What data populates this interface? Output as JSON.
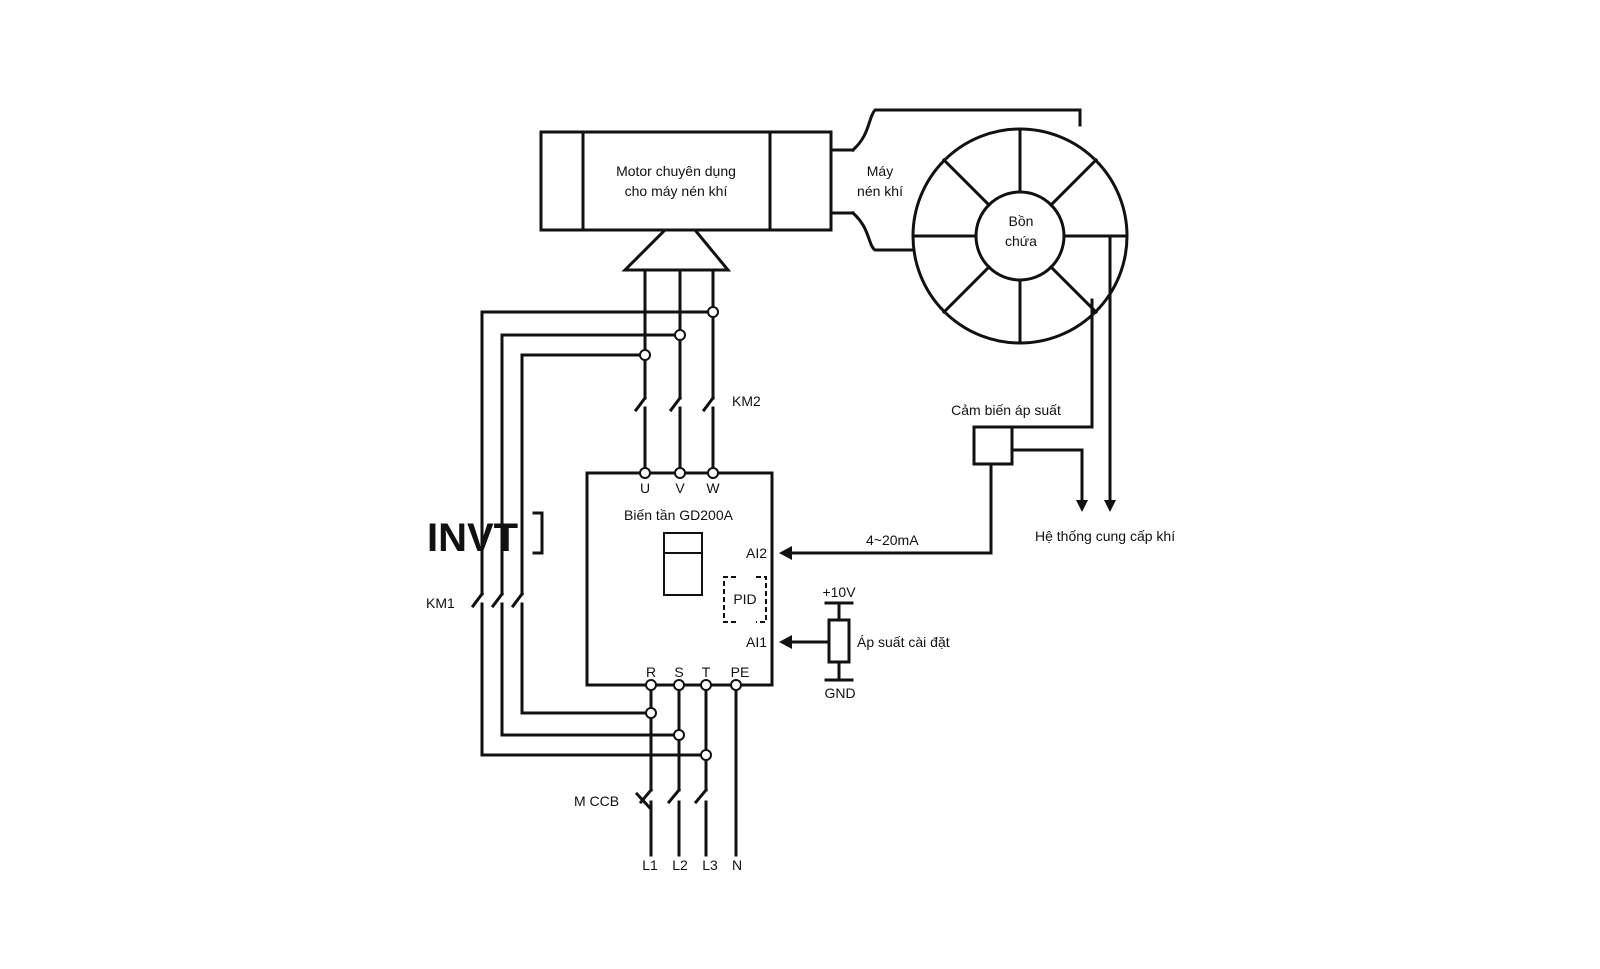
{
  "diagram": {
    "motor_label_line1": "Motor chuyên dụng",
    "motor_label_line2": "cho máy nén khí",
    "compressor_label_line1": "Máy",
    "compressor_label_line2": "nén khí",
    "tank_label_line1": "Bồn",
    "tank_label_line2": "chứa",
    "sensor_label": "Cảm biến áp suất",
    "supply_label": "Hệ thống cung cấp khí",
    "inverter_label": "Biến tần GD200A",
    "brand_label": "INVT",
    "km1_label": "KM1",
    "km2_label": "KM2",
    "mccb_label": "M CCB",
    "pid_label": "PID",
    "ai2_label": "AI2",
    "ai1_label": "AI1",
    "signal_label": "4~20mA",
    "supply_voltage_label": "+10V",
    "setpoint_label": "Áp suất cài đặt",
    "gnd_label": "GND",
    "output_terminals": [
      "U",
      "V",
      "W"
    ],
    "input_terminals": [
      "R",
      "S",
      "T",
      "PE"
    ],
    "line_labels": [
      "L1",
      "L2",
      "L3",
      "N"
    ]
  }
}
